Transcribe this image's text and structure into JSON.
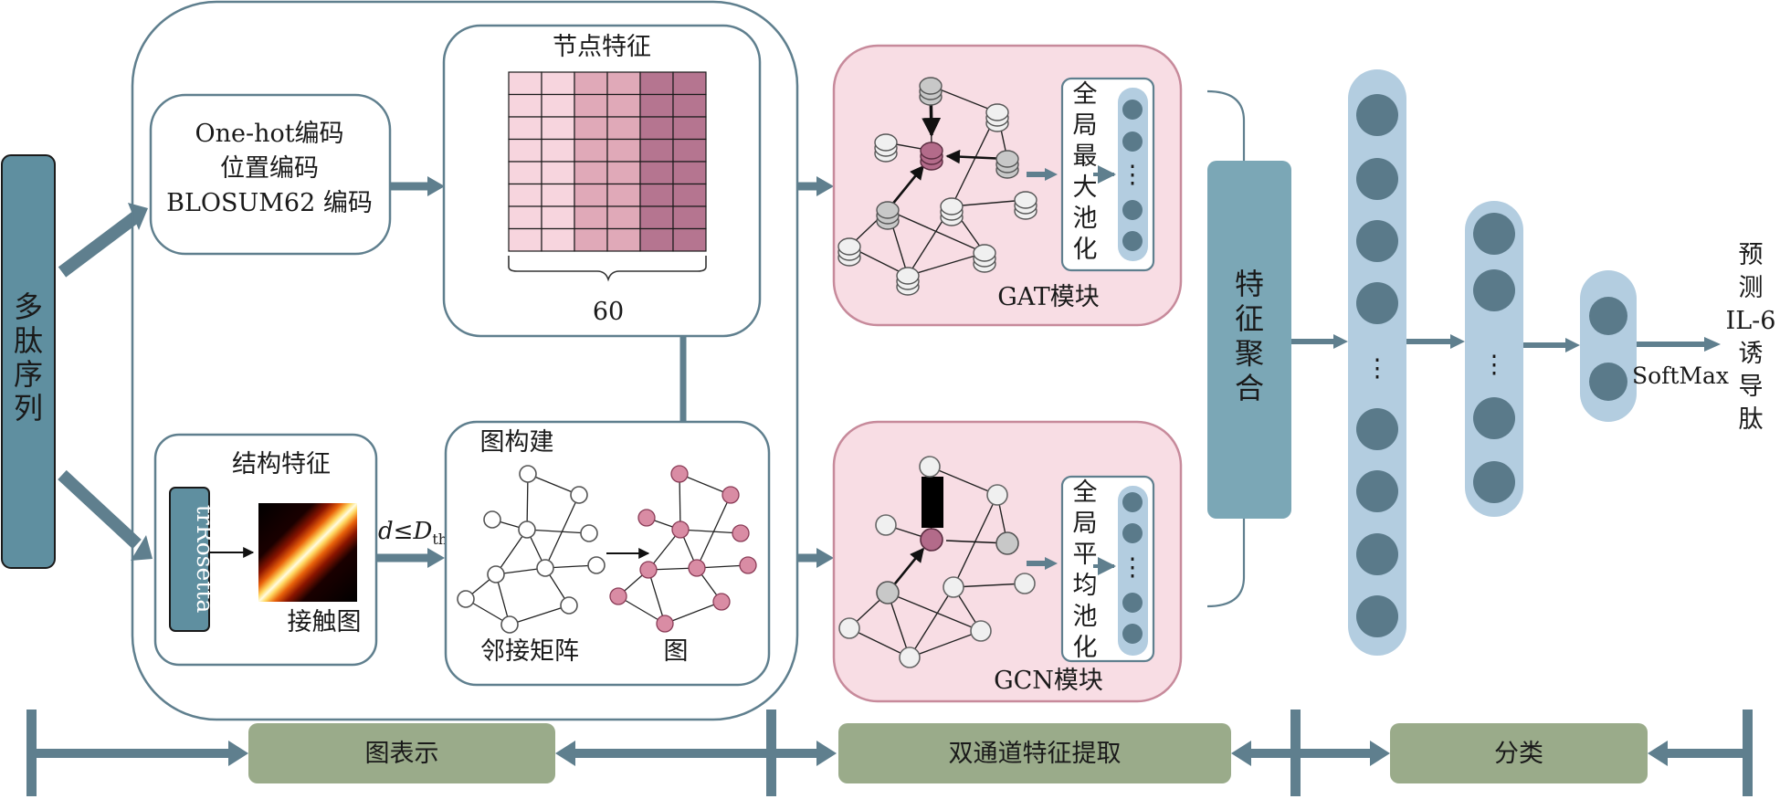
{
  "input": {
    "label_chars": [
      "多",
      "肽",
      "序",
      "列"
    ]
  },
  "graph_repr": {
    "encoding_lines": [
      "One-hot编码",
      "位置编码",
      "BLOSUM62 编码"
    ],
    "node_feature_title": "节点特征",
    "node_feature_dim": "60",
    "struct_title": "结构特征",
    "trrosetta": "trRosetta",
    "contact_map": "接触图",
    "threshold_d": "d",
    "threshold_op": "≤",
    "threshold_D": "D",
    "threshold_sub": "th",
    "graph_build_title": "图构建",
    "adjacency_label": "邻接矩阵",
    "graph_label": "图"
  },
  "gat": {
    "pool_chars": [
      "全",
      "局",
      "最",
      "大",
      "池",
      "化"
    ],
    "module_label": "GAT模块"
  },
  "gcn": {
    "pool_chars": [
      "全",
      "局",
      "平",
      "均",
      "池",
      "化"
    ],
    "module_label": "GCN模块"
  },
  "fusion": {
    "chars": [
      "特",
      "征",
      "聚",
      "合"
    ]
  },
  "classifier": {
    "softmax_label": "SoftMax",
    "ellipsis": "⋮"
  },
  "output": {
    "chars": [
      "预",
      "测",
      "IL-6",
      "诱",
      "导",
      "肽"
    ]
  },
  "stages": {
    "graph_repr": "图表示",
    "dual_channel": "双通道特征提取",
    "classification": "分类"
  },
  "colors": {
    "teal": "#5f7f8e",
    "teal_box": "#7ba7b6",
    "light_blue": "#b3cde0",
    "node_dark": "#5a7a8a",
    "pink_bg": "#f8dde4",
    "pink_border": "#c78a9b",
    "stage_box": "#9aab8a",
    "matrix_colors": [
      "#f7d5de",
      "#e0a9b8",
      "#b57590"
    ]
  }
}
